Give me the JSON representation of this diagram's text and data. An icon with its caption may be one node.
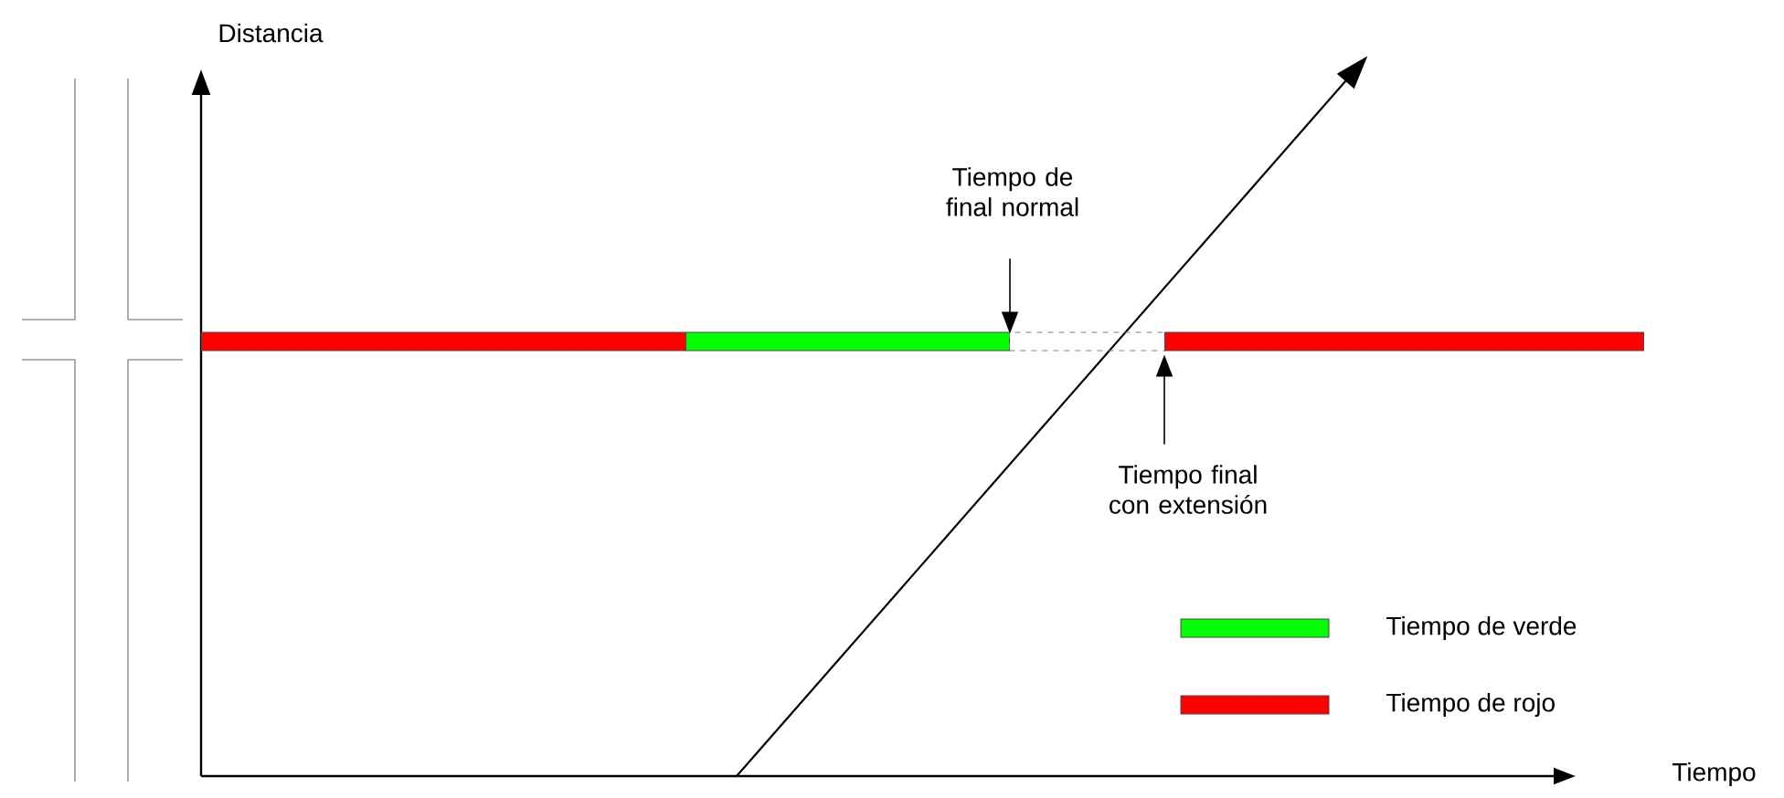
{
  "diagram": {
    "nodes": [
      {
        "text": [],
        "shape": "bar"
      },
      {
        "text": [],
        "shape": "bar"
      },
      {
        "text": [],
        "shape": "bar"
      },
      {
        "text": [],
        "shape": "bar"
      },
      {
        "text": [
          "Tiempo de final normal"
        ]
      },
      {
        "text": [
          "Tiempo final con extensión"
        ]
      }
    ],
    "edges": [
      {
        "from": 4,
        "to": 1,
        "arrow": "to"
      },
      {
        "from": 5,
        "to": 3,
        "arrow": "to"
      }
    ],
    "labels": [
      "Distancia",
      "Tiempo"
    ],
    "legend": [
      {
        "text": "Tiempo de verde",
        "color": "#00ff00"
      },
      {
        "text": "Tiempo de rojo",
        "color": "#ff0000"
      }
    ]
  }
}
